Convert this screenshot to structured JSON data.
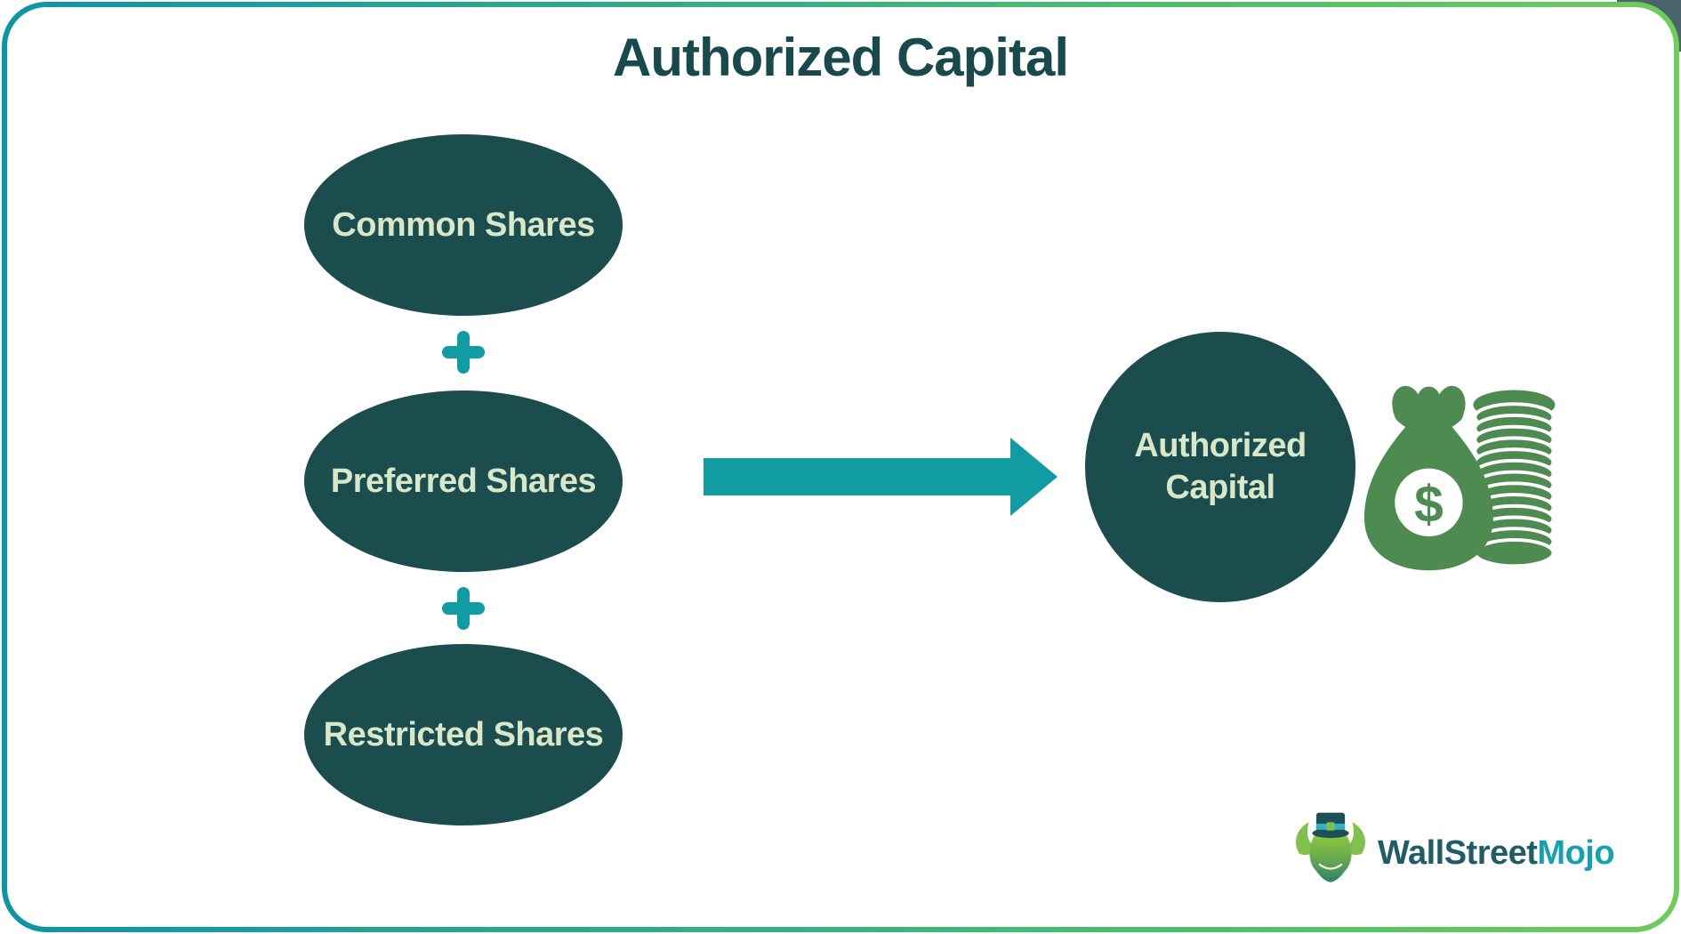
{
  "title": {
    "text": "Authorized Capital"
  },
  "diagram": {
    "components": [
      {
        "label": "Common Shares"
      },
      {
        "label": "Preferred Shares"
      },
      {
        "label": "Restricted Shares"
      }
    ],
    "operator": "+",
    "result": {
      "lines": [
        "Authorized",
        "Capital"
      ]
    },
    "money": {
      "dollar": "$"
    }
  },
  "icons": {
    "plus_icon": "+",
    "flow_arrow_icon": "→",
    "money_bag_icon": "money-bag",
    "coin_stack_icon": "coin-stack",
    "bull_logo_icon": "wallstreetmojo-bull"
  },
  "branding": {
    "first": "WallStreet",
    "second": "Mojo"
  },
  "colors": {
    "accent": "#119ba3",
    "shape-dark": "#1b4d4f",
    "pale-text": "#d9e7c9",
    "title-color": "#17494d",
    "money-green": "#4e8b50",
    "border-teal": "#0d95a5",
    "border-green": "#6fcc58",
    "brand-dark": "#205c66",
    "brand-teal": "#16a1b2",
    "corner-dark": "#4a646c"
  }
}
